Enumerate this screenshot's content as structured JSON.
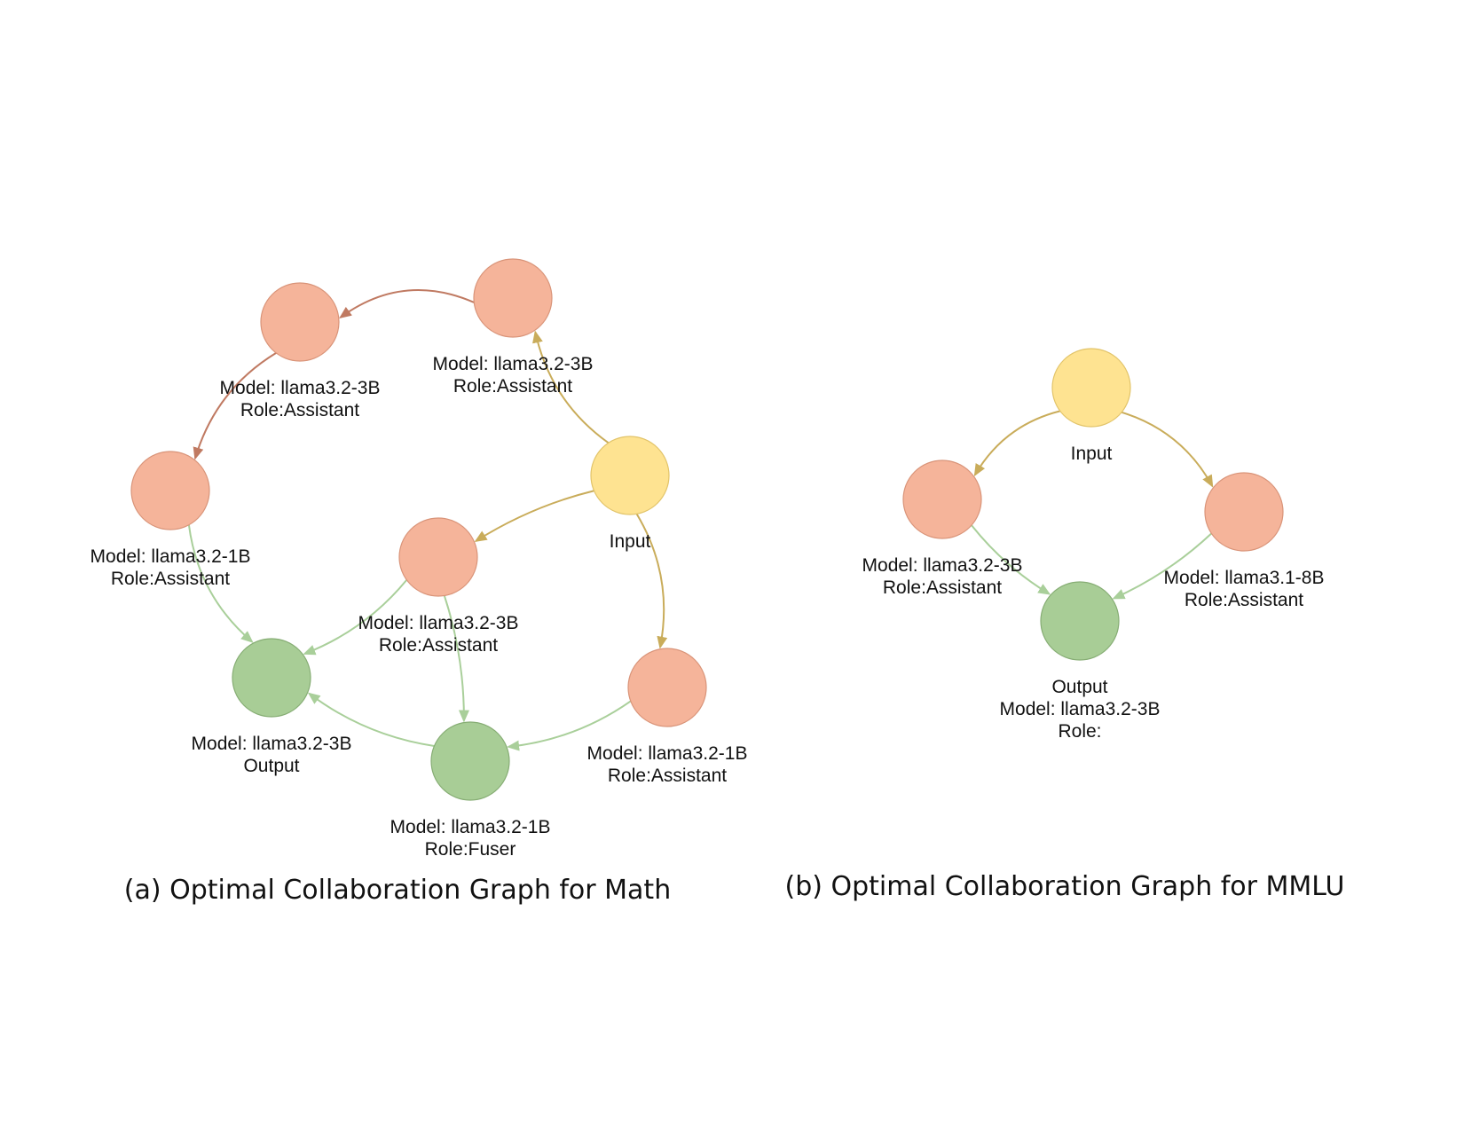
{
  "colors": {
    "assistant_fill": "#f5b49a",
    "assistant_stroke": "#d99479",
    "input_fill": "#fee391",
    "input_stroke": "#e2c46a",
    "output_fill": "#a8cd96",
    "output_stroke": "#86ad74",
    "edge_input": "#c9ac5a",
    "edge_assistant": "#c07a62",
    "edge_output": "#a9cf9a"
  },
  "graph_a": {
    "caption": "(a) Optimal Collaboration Graph for Math",
    "nodes": [
      {
        "id": "a_input",
        "type": "input",
        "lines": [
          "Input"
        ]
      },
      {
        "id": "a_asst_top",
        "type": "assistant",
        "lines": [
          "Model: llama3.2-3B",
          "Role:Assistant"
        ]
      },
      {
        "id": "a_asst_topleft",
        "type": "assistant",
        "lines": [
          "Model: llama3.2-3B",
          "Role:Assistant"
        ]
      },
      {
        "id": "a_asst_left",
        "type": "assistant",
        "lines": [
          "Model: llama3.2-1B",
          "Role:Assistant"
        ]
      },
      {
        "id": "a_asst_mid",
        "type": "assistant",
        "lines": [
          "Model: llama3.2-3B",
          "Role:Assistant"
        ]
      },
      {
        "id": "a_asst_right",
        "type": "assistant",
        "lines": [
          "Model: llama3.2-1B",
          "Role:Assistant"
        ]
      },
      {
        "id": "a_output",
        "type": "output",
        "lines": [
          "Model: llama3.2-3B",
          "Output"
        ]
      },
      {
        "id": "a_fuser",
        "type": "output",
        "lines": [
          "Model: llama3.2-1B",
          "Role:Fuser"
        ]
      }
    ],
    "edges": [
      {
        "from": "a_input",
        "to": "a_asst_top"
      },
      {
        "from": "a_input",
        "to": "a_asst_mid"
      },
      {
        "from": "a_input",
        "to": "a_asst_right"
      },
      {
        "from": "a_asst_top",
        "to": "a_asst_topleft"
      },
      {
        "from": "a_asst_topleft",
        "to": "a_asst_left"
      },
      {
        "from": "a_asst_left",
        "to": "a_output"
      },
      {
        "from": "a_asst_mid",
        "to": "a_output"
      },
      {
        "from": "a_asst_mid",
        "to": "a_fuser"
      },
      {
        "from": "a_asst_right",
        "to": "a_fuser"
      },
      {
        "from": "a_fuser",
        "to": "a_output"
      }
    ]
  },
  "graph_b": {
    "caption": "(b) Optimal Collaboration Graph for MMLU",
    "nodes": [
      {
        "id": "b_input",
        "type": "input",
        "lines": [
          "Input"
        ]
      },
      {
        "id": "b_asst_left",
        "type": "assistant",
        "lines": [
          "Model: llama3.2-3B",
          "Role:Assistant"
        ]
      },
      {
        "id": "b_asst_right",
        "type": "assistant",
        "lines": [
          "Model: llama3.1-8B",
          "Role:Assistant"
        ]
      },
      {
        "id": "b_output",
        "type": "output",
        "lines": [
          "Output",
          "Model: llama3.2-3B",
          "Role:"
        ]
      }
    ],
    "edges": [
      {
        "from": "b_input",
        "to": "b_asst_left"
      },
      {
        "from": "b_input",
        "to": "b_asst_right"
      },
      {
        "from": "b_asst_left",
        "to": "b_output"
      },
      {
        "from": "b_asst_right",
        "to": "b_output"
      }
    ]
  }
}
